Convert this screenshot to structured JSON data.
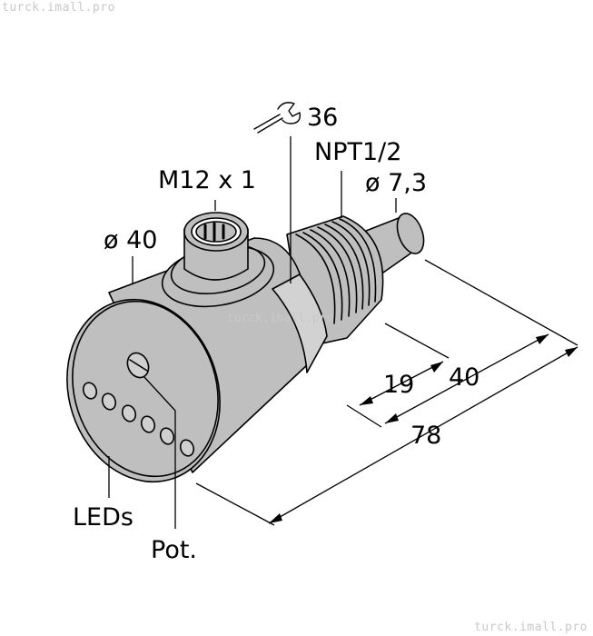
{
  "watermark": {
    "top": "turck.imall.pro",
    "center": "turck.imall.pro",
    "bottom": "turck.imall.pro"
  },
  "labels": {
    "wrench_size": "36",
    "thread": "NPT1/2",
    "connector": "M12 x 1",
    "probe_diameter": "ø 7,3",
    "body_diameter": "ø 40",
    "dim_19": "19",
    "dim_40": "40",
    "dim_78": "78",
    "leds": "LEDs",
    "pot": "Pot."
  },
  "icons": {
    "wrench": "wrench-icon"
  },
  "colors": {
    "body": "#bfbfbf",
    "outline": "#000000"
  }
}
